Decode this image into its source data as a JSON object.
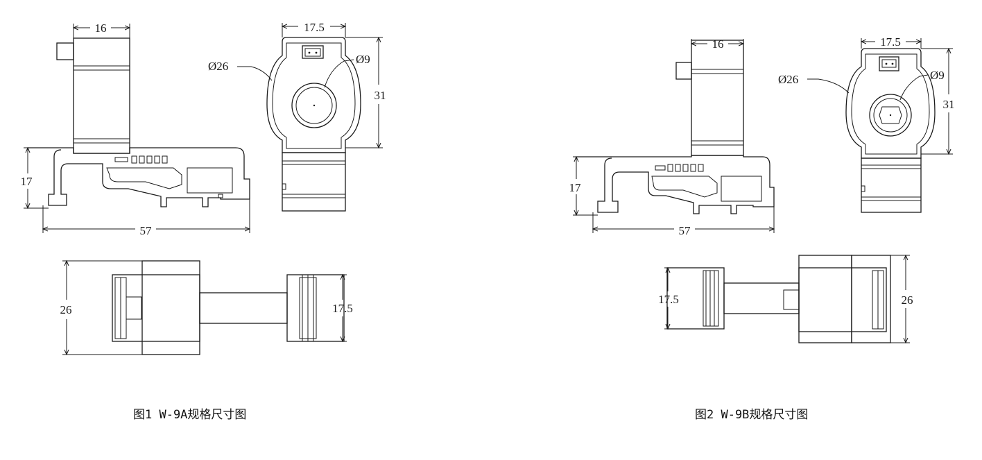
{
  "figure_a": {
    "caption": "图1 W-9A规格尺寸图",
    "dims": {
      "top_width": "16",
      "rail_height": "17",
      "base_width": "57",
      "front_width": "17.5",
      "outer_diameter": "Ø26",
      "hole_diameter": "Ø9",
      "front_height": "31",
      "bottom_height": "26",
      "bottom_width": "17.5"
    }
  },
  "figure_b": {
    "caption": "图2 W-9B规格尺寸图",
    "dims": {
      "top_width": "16",
      "rail_height": "17",
      "base_width": "57",
      "front_width": "17.5",
      "outer_diameter": "Ø26",
      "hole_diameter": "Ø9",
      "front_height": "31",
      "bottom_height": "26",
      "bottom_width": "17.5"
    }
  }
}
